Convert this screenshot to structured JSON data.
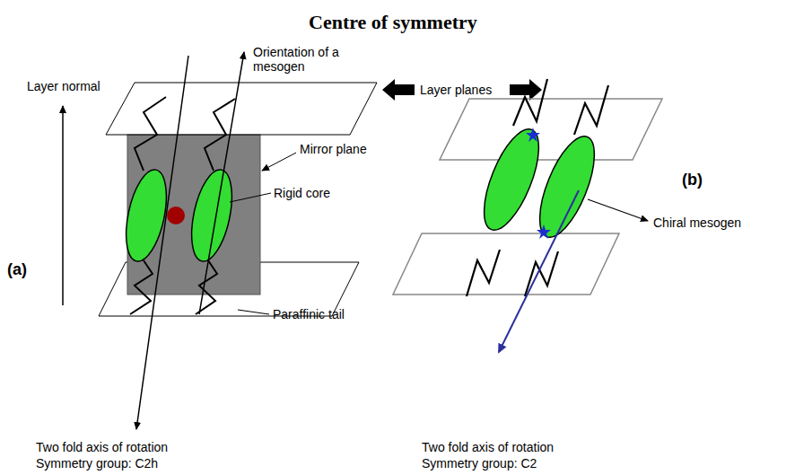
{
  "diagram": {
    "title": "Centre of symmetry",
    "labels": [
      "Layer normal",
      "Orientation of a mesogen",
      "Layer planes",
      "Mirror plane",
      "Rigid core",
      "(a)",
      "Paraffinic tail",
      "Two fold axis of rotation",
      "Symmetry group: C2h",
      "(b)",
      "Chiral mesogen",
      "Two fold axis of rotation",
      "Symmetry group: C2"
    ]
  }
}
